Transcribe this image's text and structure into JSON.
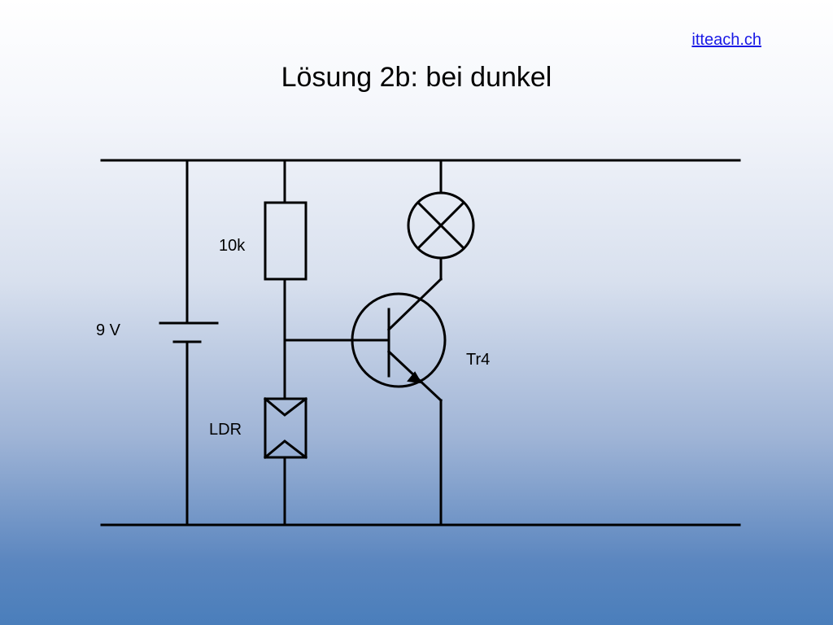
{
  "header": {
    "link_text": "itteach.ch",
    "title": "Lösung 2b: bei dunkel"
  },
  "circuit": {
    "labels": {
      "resistor": "10k",
      "battery": "9 V",
      "ldr": "LDR",
      "transistor": "Tr4"
    }
  }
}
